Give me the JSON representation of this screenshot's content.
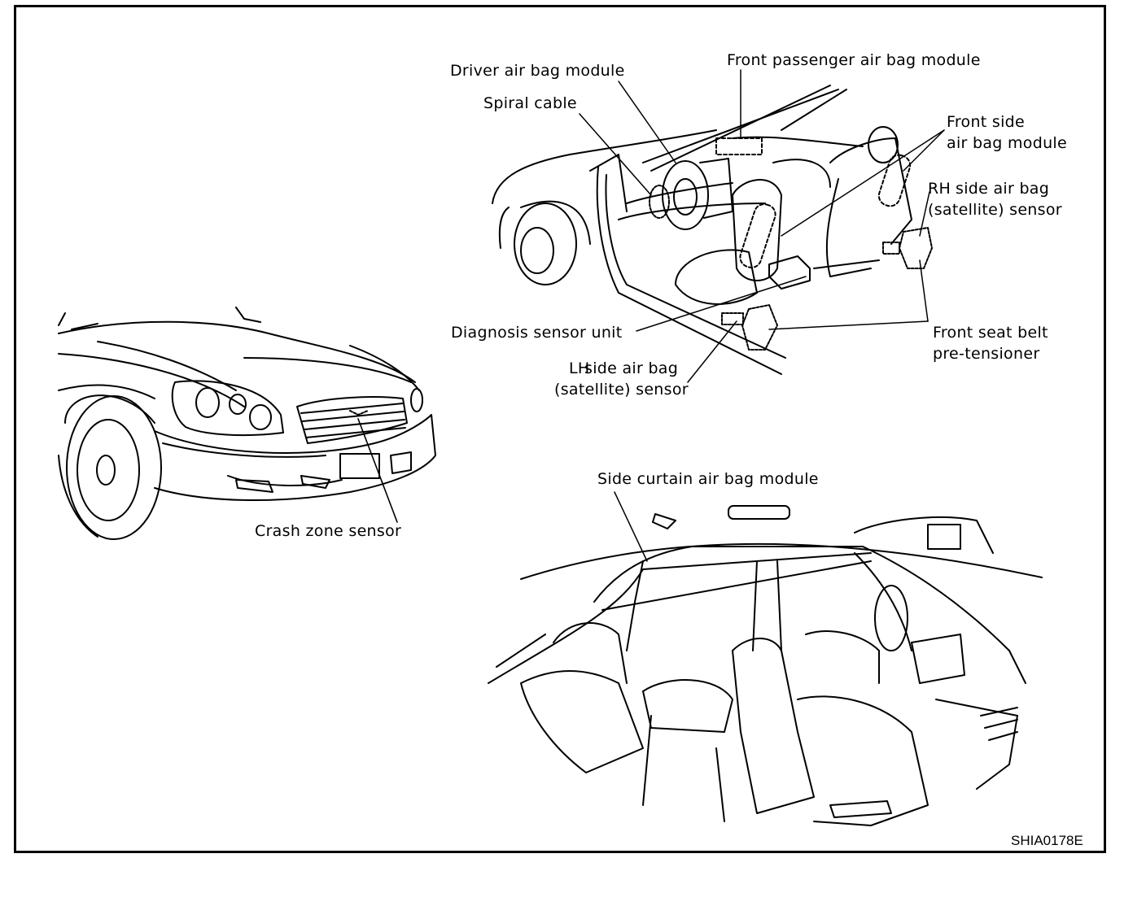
{
  "diagram": {
    "figure_code": "SHIA0178E",
    "labels": {
      "driver_air_bag_module": "Driver air bag module",
      "spiral_cable": "Spiral cable",
      "front_passenger_air_bag_module": "Front passenger air bag module",
      "front_side_air_bag_module_l1": "Front side",
      "front_side_air_bag_module_l2": "air bag module",
      "rh_prefix": "RH",
      "rh_side_air_bag_l1": "side air bag",
      "rh_side_air_bag_l2": "(satellite) sensor",
      "diagnosis_sensor_unit": "Diagnosis sensor unit",
      "lh_prefix": "LH",
      "lh_side_air_bag_l1": "side air bag",
      "lh_side_air_bag_l2": "(satellite) sensor",
      "front_seat_belt_l1": "Front seat belt",
      "front_seat_belt_l2": "pre-tensioner",
      "crash_zone_sensor": "Crash zone sensor",
      "side_curtain_air_bag_module": "Side curtain air bag module"
    }
  }
}
